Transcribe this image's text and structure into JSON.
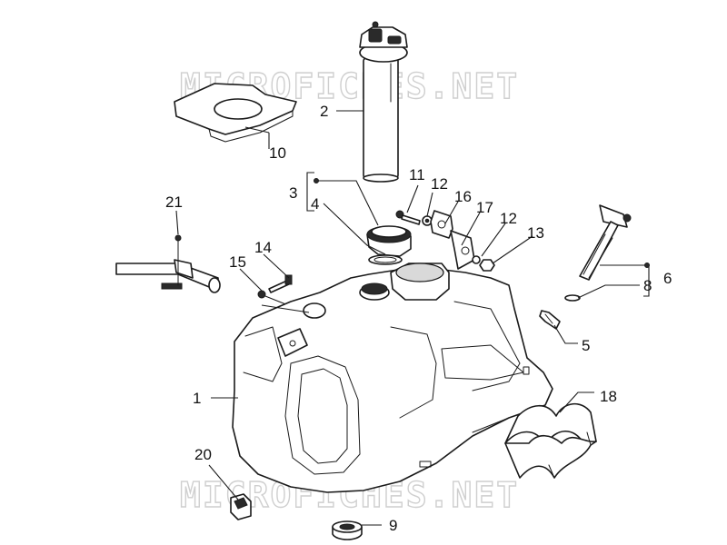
{
  "watermark": {
    "text": "MICROFICHES.NET"
  },
  "callouts": {
    "c1": "1",
    "c2": "2",
    "c3": "3",
    "c4": "4",
    "c5": "5",
    "c6": "6",
    "c8": "8",
    "c9": "9",
    "c10": "10",
    "c11": "11",
    "c12a": "12",
    "c12b": "12",
    "c13": "13",
    "c14": "14",
    "c15": "15",
    "c16": "16",
    "c17": "17",
    "c18": "18",
    "c20": "20",
    "c21": "21"
  }
}
